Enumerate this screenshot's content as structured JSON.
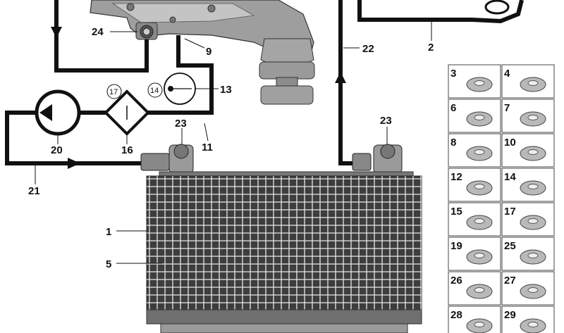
{
  "diagram": {
    "callouts": {
      "c1": "1",
      "c2": "2",
      "c5": "5",
      "c9": "9",
      "c11": "11",
      "c13": "13",
      "c14": "14",
      "c16": "16",
      "c17": "17",
      "c20": "20",
      "c21": "21",
      "c22": "22",
      "c23a": "23",
      "c23b": "23",
      "c24": "24"
    },
    "parts_grid": [
      {
        "left": "3",
        "right": "4"
      },
      {
        "left": "6",
        "right": "7"
      },
      {
        "left": "8",
        "right": "10"
      },
      {
        "left": "12",
        "right": "14"
      },
      {
        "left": "15",
        "right": "17"
      },
      {
        "left": "19",
        "right": "25"
      },
      {
        "left": "26",
        "right": "27"
      },
      {
        "left": "28",
        "right": "29"
      }
    ],
    "colors": {
      "pipe": "#111111",
      "part": "#b9b9b9",
      "cooler": "#4a4a4a"
    }
  }
}
